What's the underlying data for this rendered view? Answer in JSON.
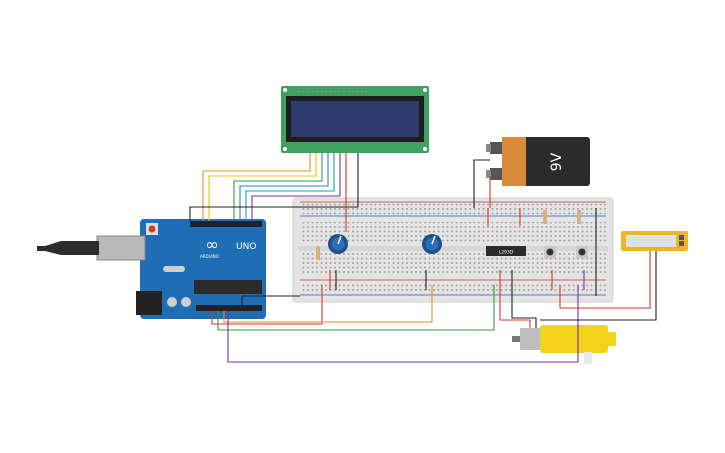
{
  "circuit": {
    "battery_label": "9V",
    "arduino_logo": "∞",
    "arduino_model": "UNO",
    "arduino_brand": "ARDUINO",
    "ic_label": "L293D",
    "colors": {
      "board": "#1f6db5",
      "breadboard": "#e6e6e6",
      "lcd_pcb": "#3fa060",
      "lcd_screen": "#2e3b6e",
      "battery_body": "#2b2b2b",
      "battery_cap": "#d98a3a",
      "motor": "#f2d21a",
      "meter": "#f0b429",
      "wire_red": "#d23a2a",
      "wire_orange": "#e88c1a",
      "wire_yellow": "#e3c51b",
      "wire_green": "#2e9e3e",
      "wire_blue": "#2a7fd4",
      "wire_purple": "#7a2fa0",
      "wire_black": "#222222",
      "wire_teal": "#19a3a3"
    }
  }
}
